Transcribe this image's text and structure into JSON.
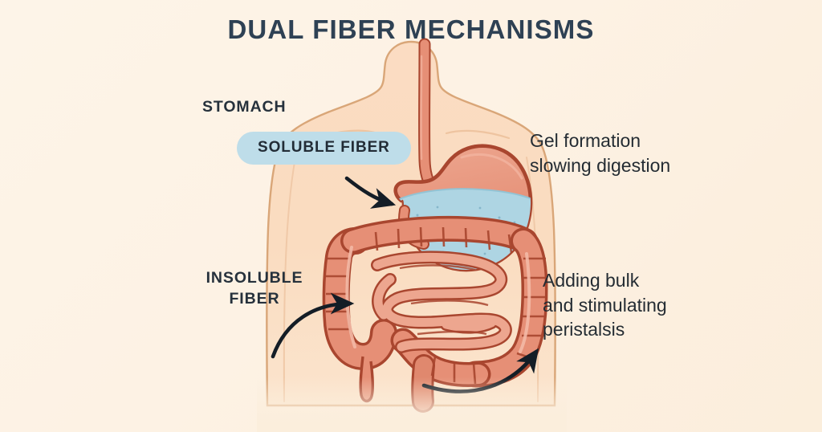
{
  "page": {
    "title": "DUAL FIBER MECHANISMS",
    "background_color": "#fdf3e6",
    "title_color": "#2e4154"
  },
  "labels": {
    "stomach": "STOMACH",
    "soluble_fiber": "SOLUBLE FIBER",
    "insoluble_fiber": "INSOLUBLE\nFIBER",
    "gel_formation": "Gel formation\nslowing digestion",
    "adding_bulk": "Adding bulk\nand stimulating\nperistalsis"
  },
  "colors": {
    "pill_background": "#bedde9",
    "pill_text": "#222c36",
    "body_fill": "#fadcc0",
    "body_outline": "#d9a678",
    "organ_fill": "#e68f76",
    "organ_fill_light": "#efab95",
    "organ_outline": "#a9462f",
    "gel_fill": "#aed5e3",
    "gel_outline": "#8fbfd2",
    "arrow_color": "#141d26",
    "text_color": "#242c33"
  },
  "diagram": {
    "subject": "human-torso-digestive-system",
    "organs": [
      "esophagus",
      "stomach",
      "small-intestine",
      "large-intestine",
      "cecum",
      "appendix",
      "rectum"
    ],
    "annotations": [
      {
        "name": "soluble-fiber-annotation",
        "label": "SOLUBLE FIBER",
        "target": "stomach",
        "effect": "Gel formation slowing digestion"
      },
      {
        "name": "insoluble-fiber-annotation",
        "label": "INSOLUBLE FIBER",
        "target": "large-intestine",
        "effect": "Adding bulk and stimulating peristalsis"
      }
    ]
  }
}
